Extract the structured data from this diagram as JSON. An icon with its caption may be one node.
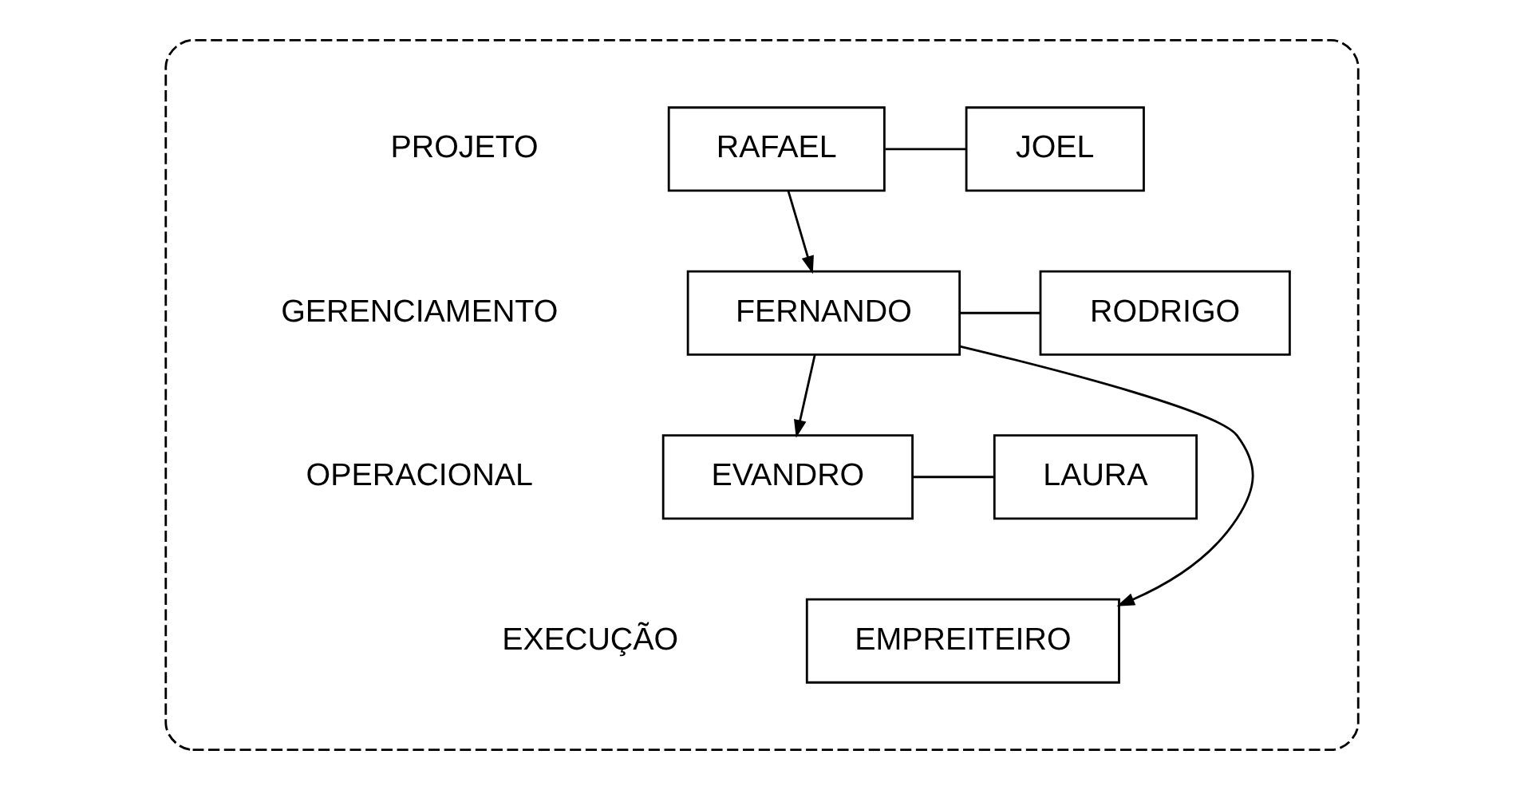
{
  "diagram": {
    "nodes": [
      {
        "text": [],
        "shape": "box"
      },
      {
        "text": [
          "RAFAEL"
        ],
        "in": 0
      },
      {
        "text": [
          "JOEL"
        ],
        "in": 0
      },
      {
        "text": [
          "FERNANDO"
        ],
        "in": 0
      },
      {
        "text": [
          "RODRIGO"
        ],
        "in": 0
      },
      {
        "text": [
          "EVANDRO"
        ],
        "in": 0
      },
      {
        "text": [
          "LAURA"
        ],
        "in": 0
      },
      {
        "text": [
          "EMPREITEIRO"
        ],
        "in": 0
      }
    ],
    "edges": [
      {
        "from": 1,
        "to": 2,
        "arrow": "none"
      },
      {
        "from": 1,
        "to": 3,
        "arrow": "to"
      },
      {
        "from": 3,
        "to": 4,
        "arrow": "none"
      },
      {
        "from": 3,
        "to": 5,
        "arrow": "to"
      },
      {
        "from": 3,
        "to": 7,
        "arrow": "to"
      },
      {
        "from": 5,
        "to": 6,
        "arrow": "none"
      }
    ],
    "labels": [
      "PROJETO",
      "GERENCIAMENTO",
      "OPERACIONAL",
      "EXECUÇÃO"
    ]
  }
}
